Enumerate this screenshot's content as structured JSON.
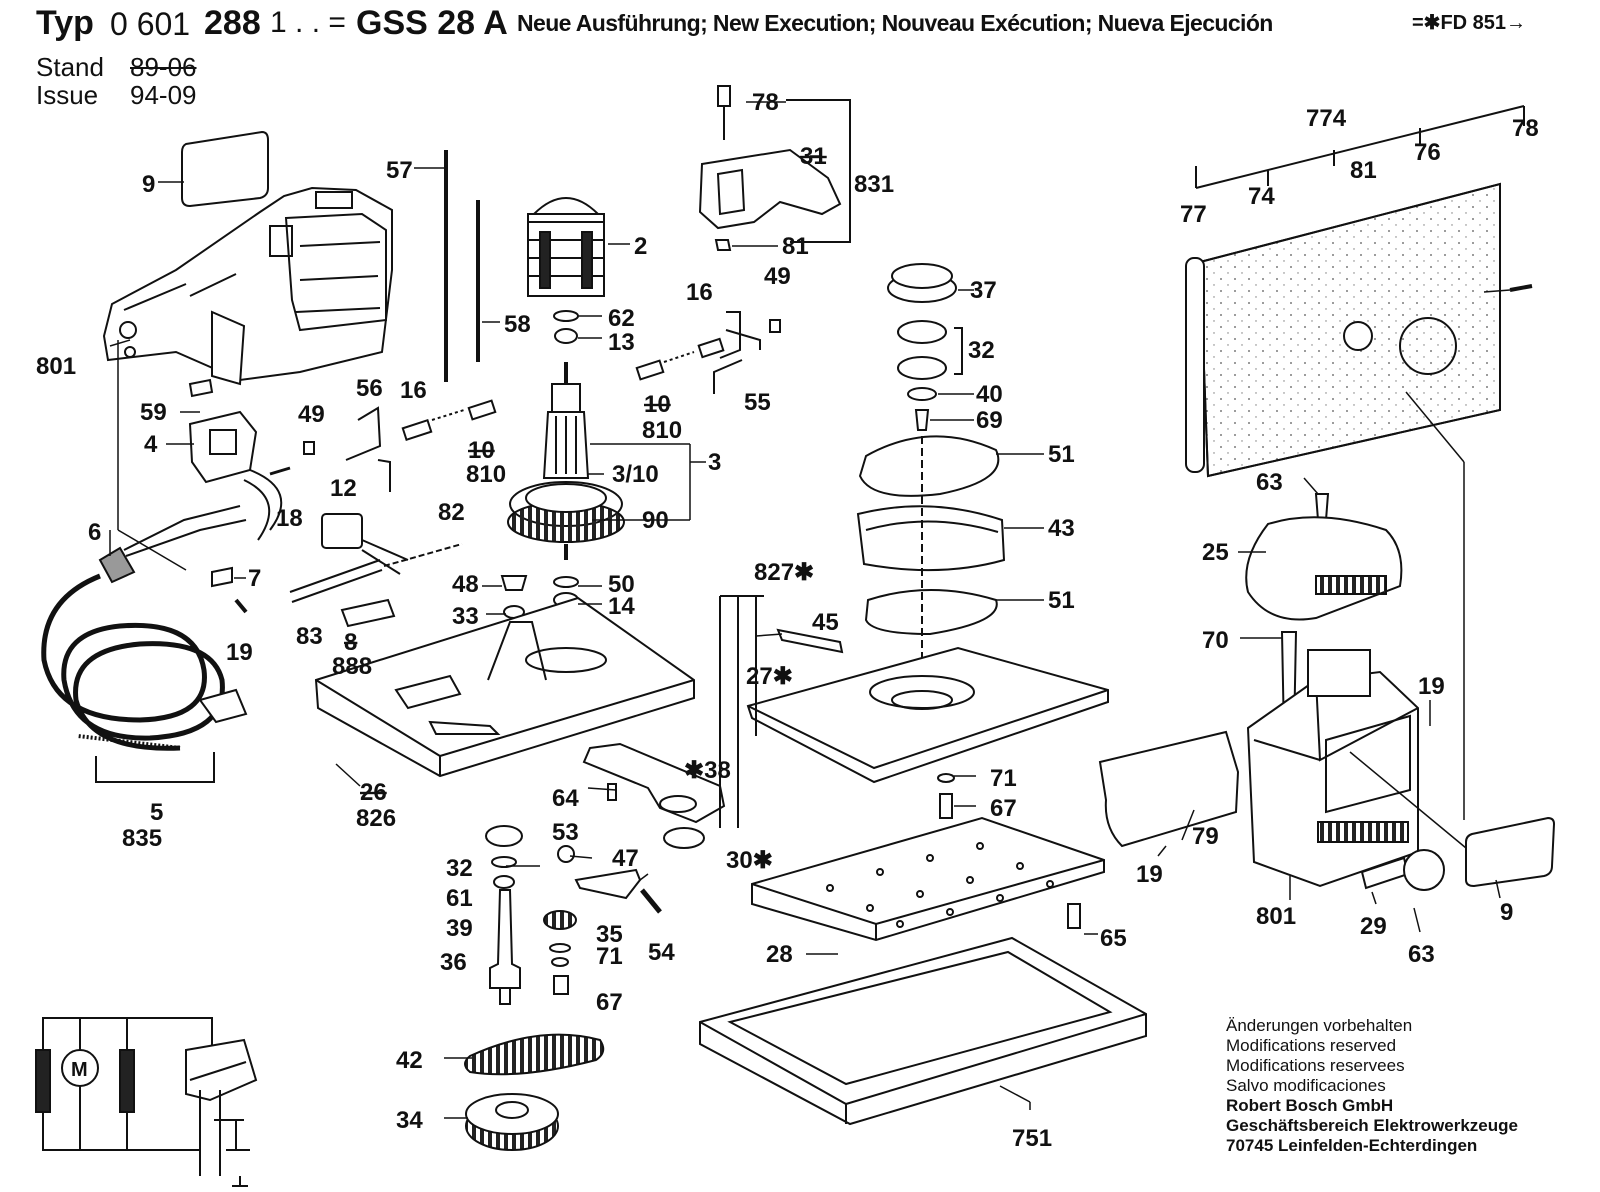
{
  "header": {
    "typ_label": "Typ",
    "typ_number_a": "0 601",
    "typ_number_b": "288",
    "typ_number_c": "1 . . =",
    "model": "GSS 28 A",
    "execution": "Neue Ausführung; New Execution; Nouveau Exécution; Nueva Ejecución",
    "ref_arrow": "=✱FD 851→",
    "stand_label": "Stand",
    "stand_value": "89-06",
    "issue_label": "Issue",
    "issue_value": "94-09"
  },
  "footer": {
    "lines": [
      "Änderungen vorbehalten",
      "Modifications reserved",
      "Modifications reservees",
      "Salvo modificaciones"
    ],
    "company": [
      "Robert Bosch GmbH",
      "Geschäftsbereich Elektrowerkzeuge",
      "70745 Leinfelden-Echterdingen"
    ]
  },
  "motor_symbol": "M",
  "labels": {
    "l9a": "9",
    "l57": "57",
    "l801a": "801",
    "l58": "58",
    "l2": "2",
    "l62": "62",
    "l13": "13",
    "l16a": "16",
    "l49a": "49",
    "l55": "55",
    "l10a": "10",
    "l810a": "810",
    "l56": "56",
    "l16b": "16",
    "l49b": "49",
    "l10b": "10",
    "l810b": "810",
    "l59": "59",
    "l4": "4",
    "l18": "18",
    "l3": "3",
    "l310": "3/10",
    "l90": "90",
    "l12": "12",
    "l82": "82",
    "l6": "6",
    "l7": "7",
    "l19a": "19",
    "l83": "83",
    "l8": "8",
    "l888": "888",
    "l48": "48",
    "l50": "50",
    "l33": "33",
    "l14": "14",
    "l5": "5",
    "l835": "835",
    "l26": "26",
    "l826": "826",
    "l78a": "78",
    "l31": "31",
    "l831": "831",
    "l81a": "81",
    "l37": "37",
    "l32a": "32",
    "l40": "40",
    "l69": "69",
    "l51a": "51",
    "l43": "43",
    "l51b": "51",
    "l827": "827✱",
    "l45": "45",
    "l27": "27✱",
    "l38": "✱38",
    "l64": "64",
    "l53": "53",
    "l47": "47",
    "l30": "30✱",
    "l32b": "32",
    "l61": "61",
    "l39": "39",
    "l35": "35",
    "l36": "36",
    "l71a": "71",
    "l54": "54",
    "l67a": "67",
    "l71b": "71",
    "l67b": "67",
    "l28": "28",
    "l65": "65",
    "l42": "42",
    "l34": "34",
    "l751": "751",
    "l774": "774",
    "l78b": "78",
    "l77": "77",
    "l74": "74",
    "l81b": "81",
    "l76": "76",
    "l63a": "63",
    "l25": "25",
    "l70": "70",
    "l19b": "19",
    "l79": "79",
    "l19c": "19",
    "l801b": "801",
    "l29": "29",
    "l63b": "63",
    "l9b": "9"
  }
}
